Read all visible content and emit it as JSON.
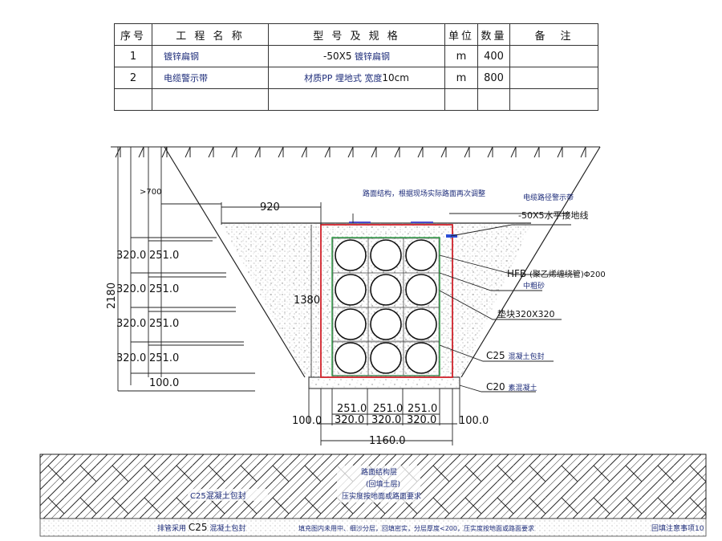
{
  "table": {
    "headers": [
      "序号",
      "工 程 名 称",
      "型 号 及 规 格",
      "单位",
      "数量",
      "备　注"
    ],
    "rows": [
      {
        "no": "1",
        "name": "镀锌扁钢",
        "spec_a": "-50X5",
        "spec_b": " 镀锌扁钢",
        "unit": "m",
        "qty": "400",
        "note": ""
      },
      {
        "no": "2",
        "name": "电缆警示带",
        "spec_a": "材质PP 埋地式 宽度",
        "spec_b": "10cm",
        "unit": "m",
        "qty": "800",
        "note": ""
      },
      {
        "no": "",
        "name": "",
        "spec_a": "",
        "spec_b": "",
        "unit": "",
        "qty": "",
        "note": ""
      }
    ]
  },
  "drawing": {
    "dim_700": ">700",
    "dim_920": "920",
    "dim_2180": "2180",
    "dim_1380": "1380",
    "left_pairs": [
      {
        "a": "320.0",
        "b": "251.0"
      },
      {
        "a": "320.0",
        "b": "251.0"
      },
      {
        "a": "320.0",
        "b": "251.0"
      },
      {
        "a": "320.0",
        "b": "251.0"
      }
    ],
    "dim_left_100": "100.0",
    "bottom_251": [
      "251.0",
      "251.0",
      "251.0"
    ],
    "bottom_320": [
      "320.0",
      "320.0",
      "320.0"
    ],
    "bottom_100_left": "100.0",
    "bottom_100_right": "100.0",
    "dim_1160": "1160.0",
    "notes": {
      "road_structure": "路面结构，根据现场实际路面再次调整",
      "warning_tape": "电缆路径警示带",
      "flat_steel": "-50X5水平接地线",
      "hfb": "HFB",
      "hfb_note": "(聚乙烯缠绕管)Φ200",
      "sand": "中粗砂",
      "pad": "垫块320X320",
      "c25": "C25",
      "c25_suffix": "混凝土包封",
      "c20": "C20",
      "c20_suffix": "素混凝土",
      "pave_title": "路面结构层",
      "pave_sub": "(回填土层)",
      "pave_req": "压实度按地面或路面要求",
      "pave_c25": "C25混凝土包封",
      "bottom_left_a": "排管采用",
      "bottom_left_b": "C25",
      "bottom_left_c": "混凝土包封",
      "bottom_center": "填充图内未用中、细沙分层，回填密实，分层厚度<200，压实度按地面或路面要求",
      "bottom_right": "回填注意事项10"
    }
  }
}
